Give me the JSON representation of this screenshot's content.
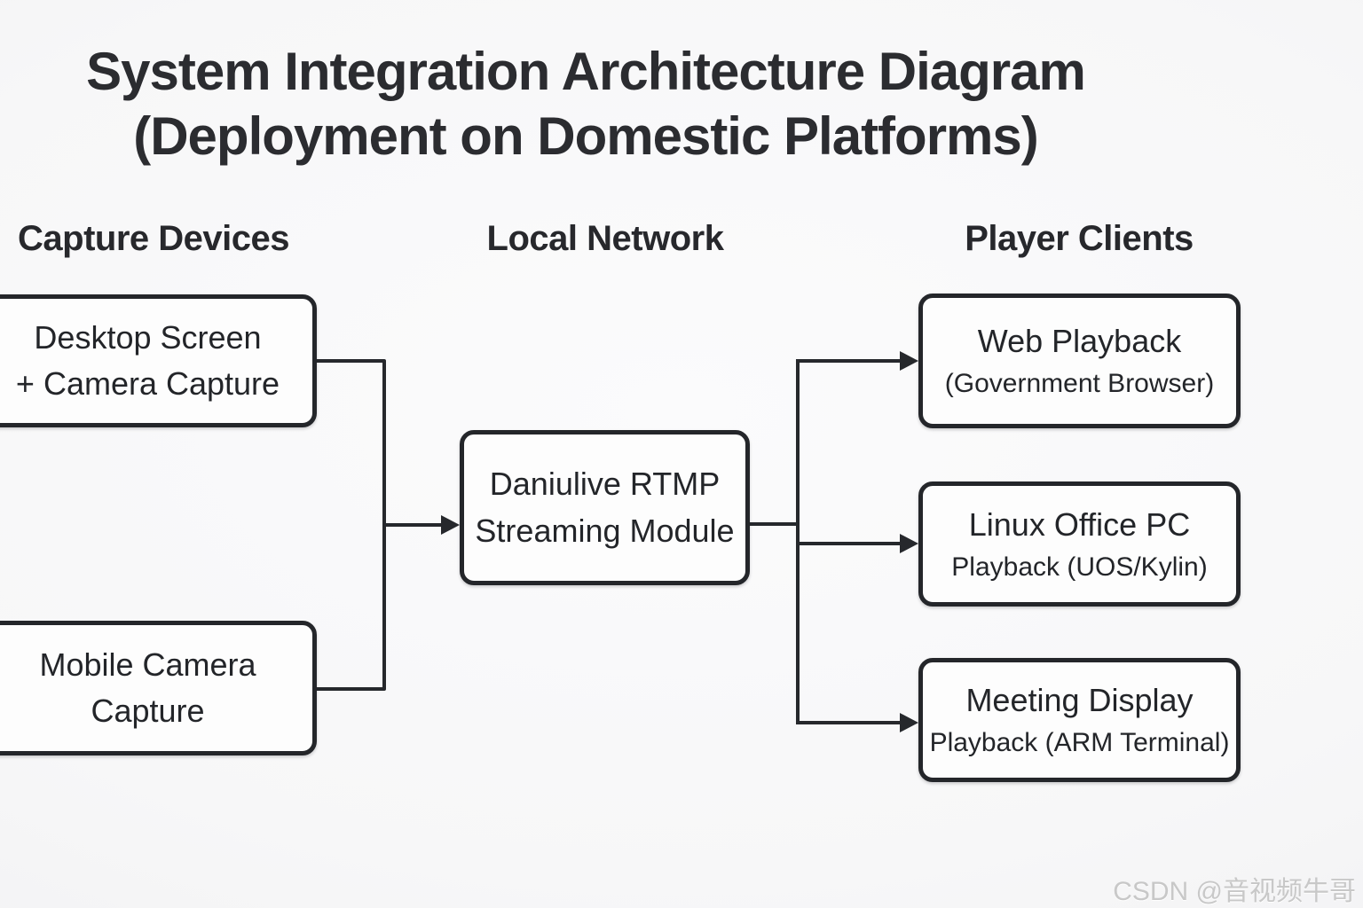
{
  "title": {
    "line1": "System Integration Architecture Diagram",
    "line2": "(Deployment on Domestic Platforms)"
  },
  "columns": [
    {
      "id": "capture-devices",
      "label": "Capture Devices"
    },
    {
      "id": "local-network",
      "label": "Local Network"
    },
    {
      "id": "player-clients",
      "label": "Player Clients"
    }
  ],
  "nodes": [
    {
      "id": "desktop-capture",
      "column": "capture-devices",
      "line1": "Desktop Screen",
      "line2": "+ Camera Capture"
    },
    {
      "id": "mobile-capture",
      "column": "capture-devices",
      "line1": "Mobile Camera",
      "line2": "Capture"
    },
    {
      "id": "rtmp-module",
      "column": "local-network",
      "line1": "Daniulive RTMP",
      "line2": "Streaming Module"
    },
    {
      "id": "web-playback",
      "column": "player-clients",
      "line1": "Web Playback",
      "line2": "(Government Browser)"
    },
    {
      "id": "linux-playback",
      "column": "player-clients",
      "line1": "Linux Office PC",
      "line2": "Playback (UOS/Kylin)"
    },
    {
      "id": "meeting-playback",
      "column": "player-clients",
      "line1": "Meeting Display",
      "line2": "Playback (ARM Terminal)"
    }
  ],
  "edges": [
    {
      "from": "desktop-capture",
      "to": "rtmp-module",
      "arrow": true
    },
    {
      "from": "mobile-capture",
      "to": "rtmp-module",
      "arrow": true
    },
    {
      "from": "rtmp-module",
      "to": "web-playback",
      "arrow": true
    },
    {
      "from": "rtmp-module",
      "to": "linux-playback",
      "arrow": true
    },
    {
      "from": "rtmp-module",
      "to": "meeting-playback",
      "arrow": true
    }
  ],
  "watermark": "CSDN @音视频牛哥",
  "colors": {
    "background": "#f7f7f8",
    "box_fill": "#fdfdfd",
    "line": "#26282c",
    "text": "#232529",
    "watermark": "#c8c8c8"
  }
}
